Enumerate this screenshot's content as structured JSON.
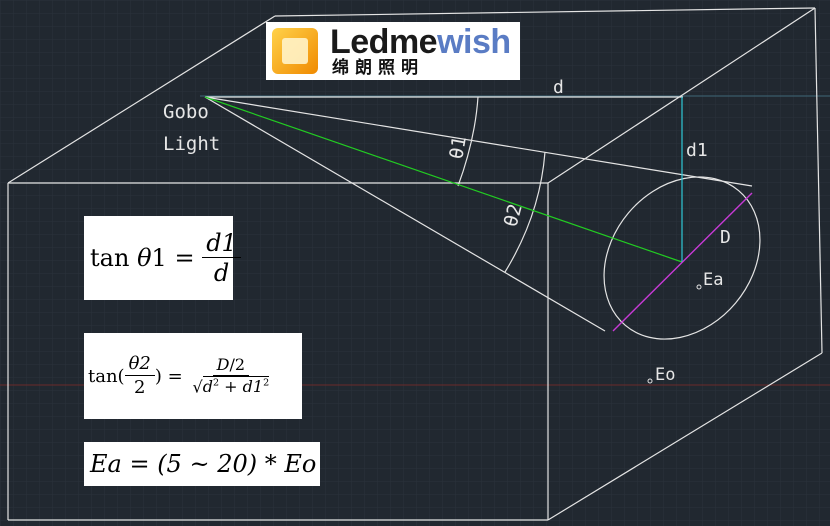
{
  "logo": {
    "name_dark": "Ledme",
    "name_accent": "wish",
    "subtitle": "绵朗照明",
    "colors": {
      "dark": "#1a1a1a",
      "accent": "#5a7cc4",
      "mark_orange": "#f6a200"
    }
  },
  "labels": {
    "gobo_line1": "Gobo",
    "gobo_line2": "Light",
    "d": "d",
    "d1": "d1",
    "D": "D",
    "theta1": "θ1",
    "theta2": "θ2",
    "ea": "Ea",
    "eo": "Eo"
  },
  "formulas": {
    "f1": {
      "lhs_func": "tan",
      "lhs_sym": "θ",
      "lhs_idx": "1",
      "eq": "=",
      "num": "d1",
      "den": "d"
    },
    "f2": {
      "func": "tan(",
      "num": "θ2",
      "den": "2",
      "close": ")",
      "eq": "=",
      "top_num": "D",
      "top_den": "2",
      "sqrt_sym": "√",
      "d": "d",
      "d_exp": "2",
      "plus": "+",
      "d1": "d1",
      "d1_exp": "2"
    },
    "f3": {
      "text": "Ea = (5 ~ 20) * Eo"
    }
  },
  "colors": {
    "background": "#212830",
    "grid": "#2c343d",
    "lines": "#e4e4e4",
    "axis_line": "#4a7a8c",
    "red_axis": "#7a2a2a",
    "green_ray": "#22cc22",
    "cyan_line": "#2fc8d6",
    "magenta_line": "#c73ad6"
  }
}
